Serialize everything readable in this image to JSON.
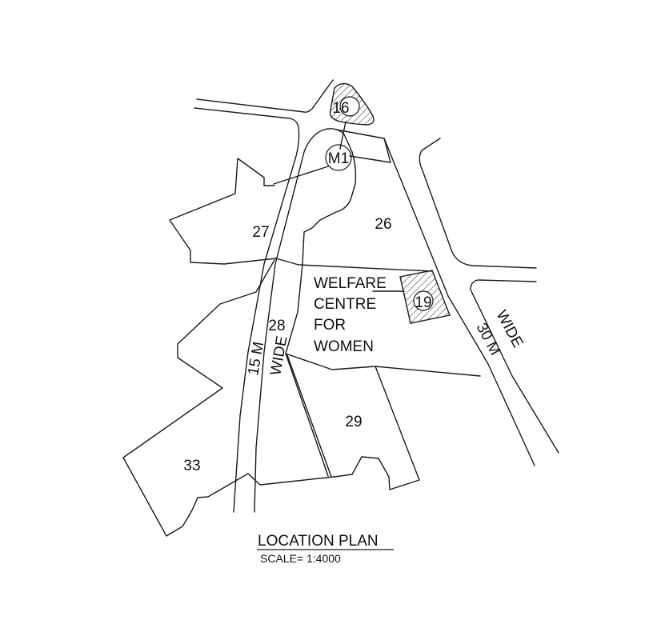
{
  "drawing": {
    "type": "location-plan",
    "title": "LOCATION PLAN",
    "scale": "SCALE= 1:4000",
    "stroke_color": "#1a1a1a",
    "background": "#ffffff"
  },
  "plots": [
    {
      "id": "16",
      "label": "16",
      "hatched": true,
      "circled": true
    },
    {
      "id": "M1",
      "label": "M1",
      "hatched": false,
      "circled": true
    },
    {
      "id": "26",
      "label": "26"
    },
    {
      "id": "27",
      "label": "27"
    },
    {
      "id": "19",
      "label": "19",
      "hatched": true,
      "circled": true
    },
    {
      "id": "28",
      "label": "28"
    },
    {
      "id": "29",
      "label": "29"
    },
    {
      "id": "33",
      "label": "33"
    }
  ],
  "site": {
    "lines": [
      "WELFARE",
      "CENTRE",
      "FOR",
      "WOMEN"
    ],
    "plot": "19"
  },
  "roads": [
    {
      "id": "road-15m",
      "width_label": "15 M",
      "suffix": "WIDE"
    },
    {
      "id": "road-30m",
      "width_label": "30 M",
      "suffix": "WIDE"
    }
  ]
}
